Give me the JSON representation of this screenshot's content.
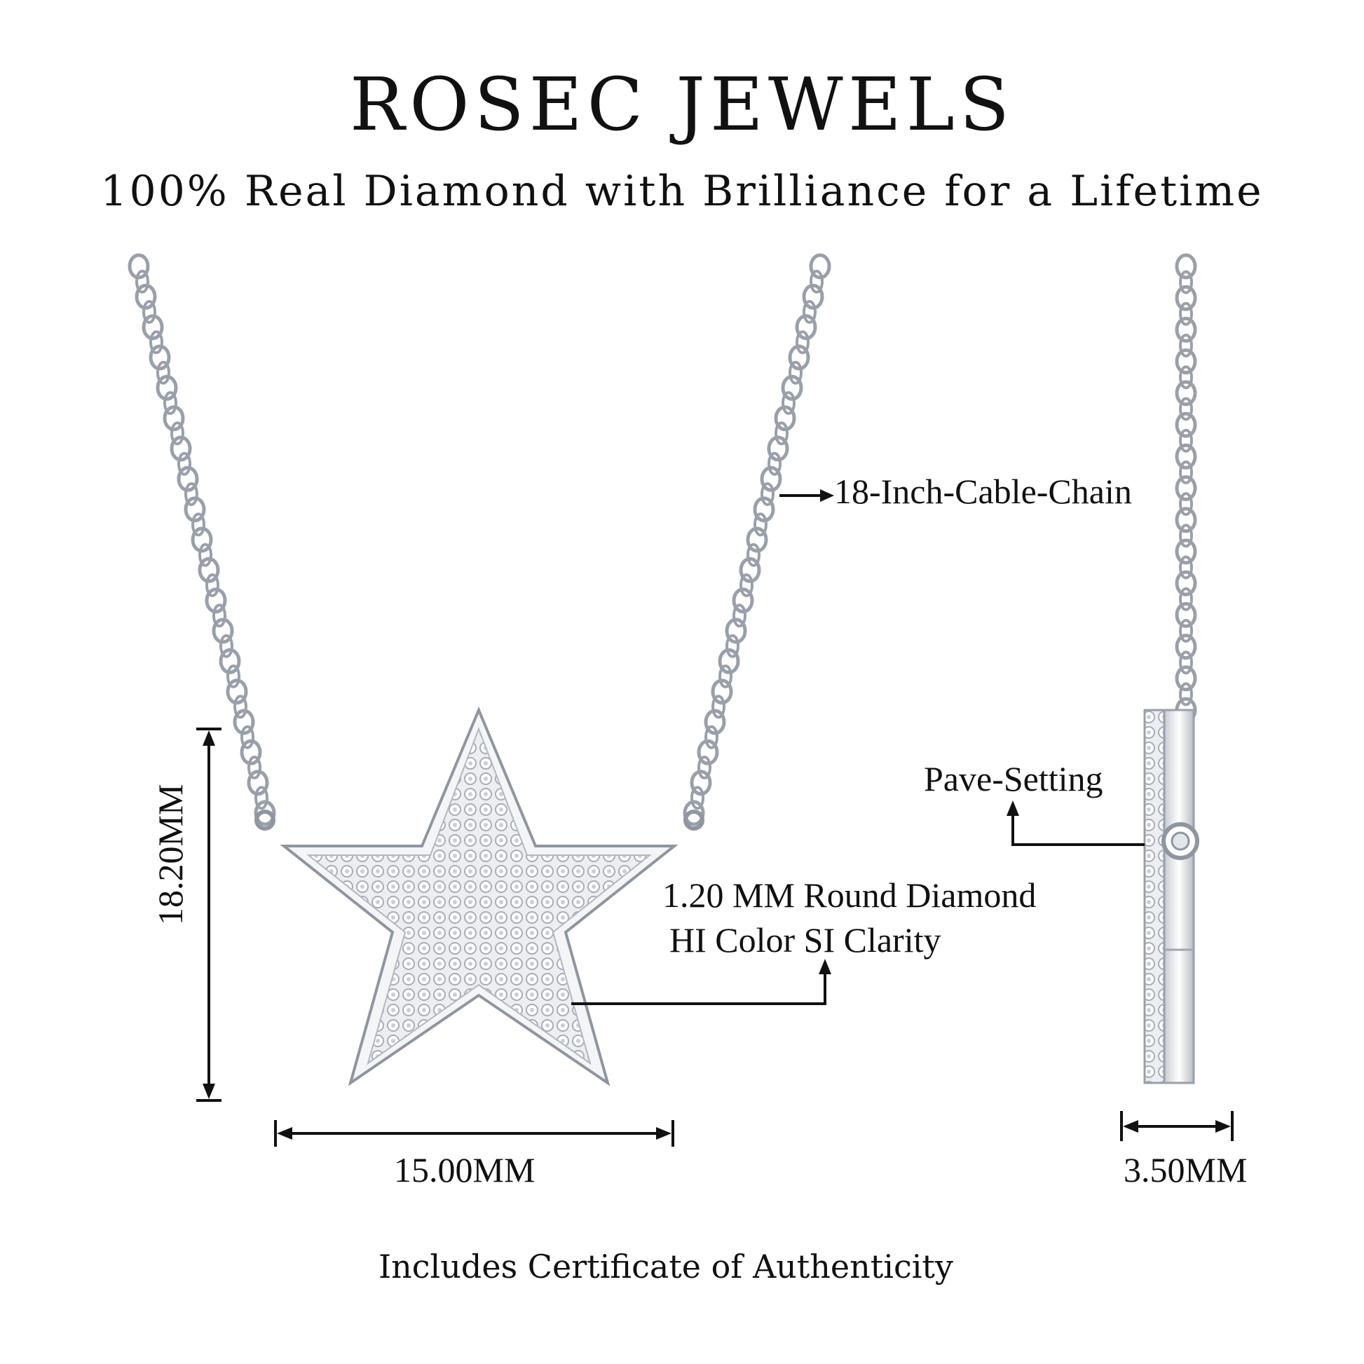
{
  "header": {
    "brand": "ROSEC JEWELS",
    "tagline": "100% Real Diamond with Brilliance for a Lifetime"
  },
  "annotations": {
    "chain": "18-Inch-Cable-Chain",
    "diamond_line1": "1.20 MM Round Diamond",
    "diamond_line2": "HI Color SI Clarity",
    "setting": "Pave-Setting"
  },
  "dimensions": {
    "height": "18.20MM",
    "width": "15.00MM",
    "depth": "3.50MM"
  },
  "footer": {
    "certificate": "Includes Certificate of Authenticity"
  },
  "colors": {
    "metal": "#d9dce2",
    "metal_dark": "#9aa0aa",
    "ink": "#111111"
  }
}
